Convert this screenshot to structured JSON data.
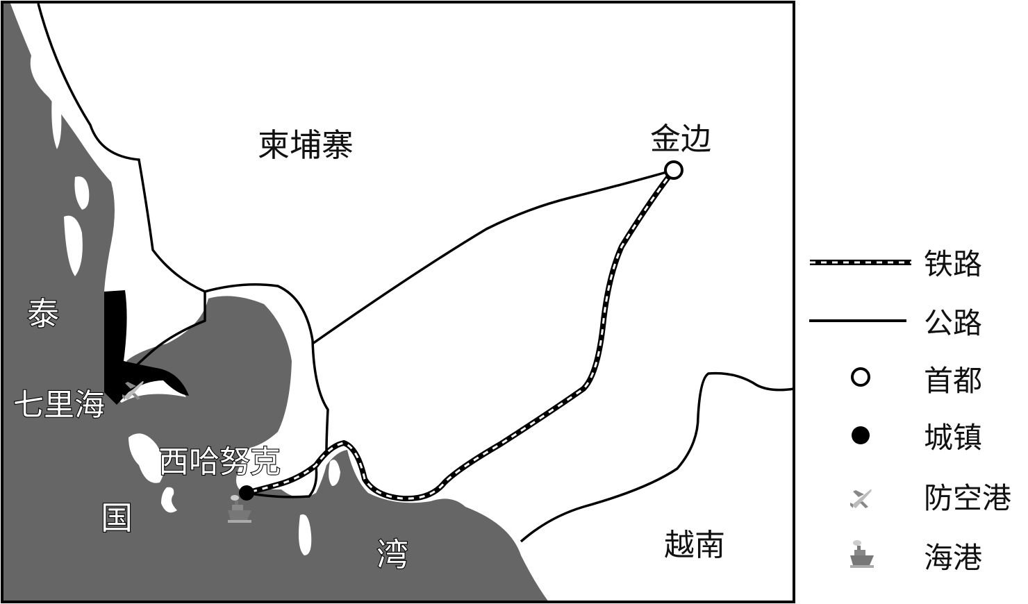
{
  "map": {
    "labels": {
      "cambodia": "柬埔寨",
      "phnom_penh": "金边",
      "thailand_1": "泰",
      "thailand_2": "国",
      "gulf_word": "湾",
      "sihanoukville": "西哈努克",
      "koh_kong": "七里海",
      "vietnam": "越南"
    }
  },
  "legend": {
    "items": [
      {
        "label": "铁路",
        "icon": "railway-line"
      },
      {
        "label": "公路",
        "icon": "road-line"
      },
      {
        "label": "首都",
        "icon": "hollow-circle"
      },
      {
        "label": "城镇",
        "icon": "filled-circle"
      },
      {
        "label": "防空港",
        "icon": "airplane-icon"
      },
      {
        "label": "海港",
        "icon": "ship-icon"
      }
    ]
  },
  "colors": {
    "sea": "#666666",
    "land": "#ffffff",
    "line": "#000000"
  }
}
